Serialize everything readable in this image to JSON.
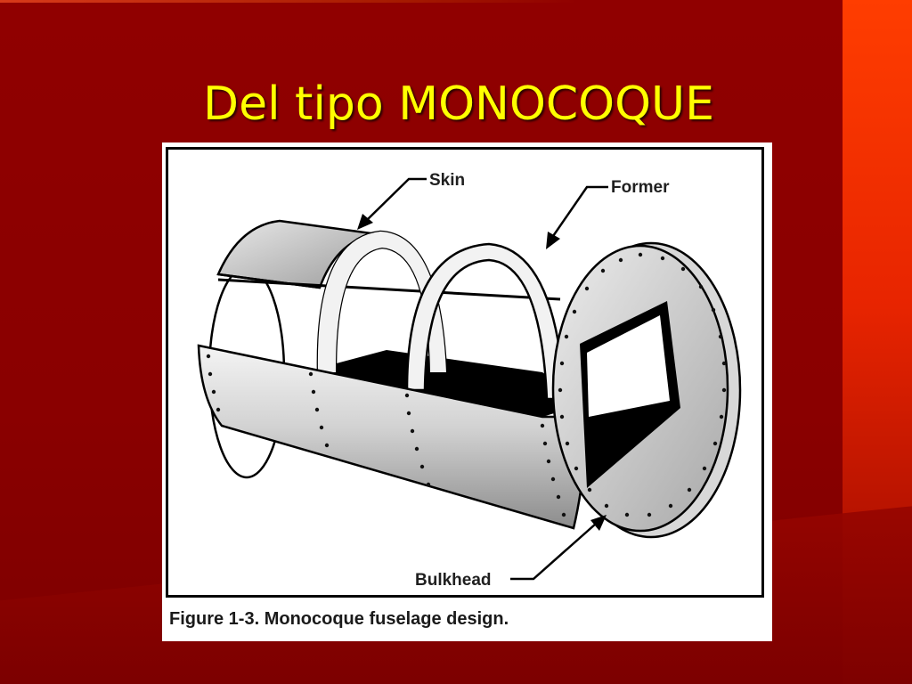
{
  "slide": {
    "title": "Del tipo MONOCOQUE"
  },
  "figure": {
    "labels": {
      "skin": "Skin",
      "former": "Former",
      "bulkhead": "Bulkhead"
    },
    "caption": "Figure 1-3. Monocoque fuselage design."
  },
  "colors": {
    "background": "#8a0000",
    "accent_right": "#ff3d00",
    "title": "#ffff00"
  }
}
